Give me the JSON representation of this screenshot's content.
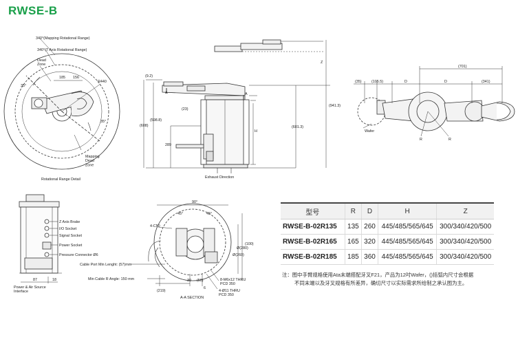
{
  "page": {
    "title": "RWSE-B"
  },
  "rotational_detail": {
    "mapping_range": "340°(Mapping Rotational Range)",
    "t_axis_range": "340°(T Axis Rotational Range)",
    "dead_zone_top": "Dead\nZone",
    "dead_zone_bottom": "Mapping\nDead\nZone",
    "dim_185": "185",
    "dim_156": "156",
    "dim_r440": "R440",
    "angle_left": "35°",
    "angle_right": "35°",
    "caption": "Rotational Range Detail"
  },
  "side_view": {
    "dim_top": "(9.2)",
    "dim_z": "Z",
    "dim_941": "(941.3)",
    "dim_601": "(601.3)",
    "dim_608": "(608)",
    "dim_598": "(598.8)",
    "dim_23": "(23)",
    "dim_289": "289",
    "dim_h": "H",
    "section_a1": "A",
    "section_a2": "A",
    "caption": "Exhaust Direction"
  },
  "top_view": {
    "dim_701": "(701)",
    "dim_35": "(35)",
    "dim_1055": "(105.5)",
    "dim_341": "(341)",
    "dim_r1": "R",
    "dim_r2": "R",
    "dim_d1": "D",
    "dim_d2": "D",
    "wafer_label": "Wafer"
  },
  "base_view": {
    "labels": [
      "Z Axis Brake",
      "I/O Socket",
      "Signal Socket",
      "Power Socket",
      "Pressure Connector Ø6"
    ],
    "dim_87": "87",
    "dim_18": "18",
    "caption": "Power & Air Source\nInterface",
    "cable_length": "Cable Port Min Lenght: (57)mm",
    "cable_radius": "Min Cable R Angle: 150 mm"
  },
  "section_view": {
    "angle_90": "90°",
    "angle_45a": "45°",
    "angle_45b": "45°",
    "chamfer": "4-C50",
    "dia_ext": "Ø(260)",
    "dia_pcd": "Ø(280)",
    "dim_100": "(100)",
    "dim_219": "(219)",
    "dim_30": "30",
    "dim_50": "(50)",
    "dim_6": "6",
    "tap": "8-M6x12 THRU\nPCD 350",
    "holes": "4-Ø11 THRU\nPCD 350",
    "caption": "A-A SECTION"
  },
  "spec_table": {
    "headers": [
      "型号",
      "R",
      "D",
      "H",
      "Z"
    ],
    "rows": [
      [
        "RWSE-B-02R135",
        "135",
        "260",
        "445/485/565/645",
        "300/340/420/500"
      ],
      [
        "RWSE-B-02R165",
        "165",
        "320",
        "445/485/565/645",
        "300/340/420/500"
      ],
      [
        "RWSE-B-02R185",
        "185",
        "360",
        "445/485/565/645",
        "300/340/420/500"
      ]
    ]
  },
  "note": {
    "line1": "注：图中手臂规格使用Ata末端搭配牙叉F21，产品为12吋Wafer，()括弧内尺寸会根据",
    "line2": "不同末端以及牙叉规格有所差异，确切尺寸以实际需求所给制之承认图为主。"
  },
  "colors": {
    "title": "#1aa04a",
    "line": "#333333",
    "table_header_bg": "#f1f1f1"
  }
}
